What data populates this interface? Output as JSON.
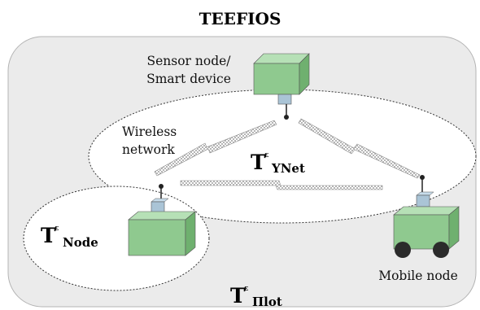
{
  "title": "TEEFIOS",
  "labels": {
    "sensor_line1": "Sensor node/",
    "sensor_line2": "Smart device",
    "wireless_line1": "Wireless",
    "wireless_line2": "network",
    "mobile": "Mobile node"
  },
  "tiers": {
    "ynet": {
      "symbol": "T",
      "superscript": "ε",
      "subscript": "YNet"
    },
    "node": {
      "symbol": "T",
      "superscript": "ε",
      "subscript": "Node"
    },
    "pilot": {
      "symbol": "T",
      "superscript": "ε",
      "subscript": "Πlot"
    }
  },
  "colors": {
    "panel": "#ebebeb",
    "box_front": "#8fc98f",
    "box_top": "#b6e0b6",
    "box_side": "#6fb06f",
    "connector": "#aac4d6",
    "link": "#c8c8c8"
  }
}
